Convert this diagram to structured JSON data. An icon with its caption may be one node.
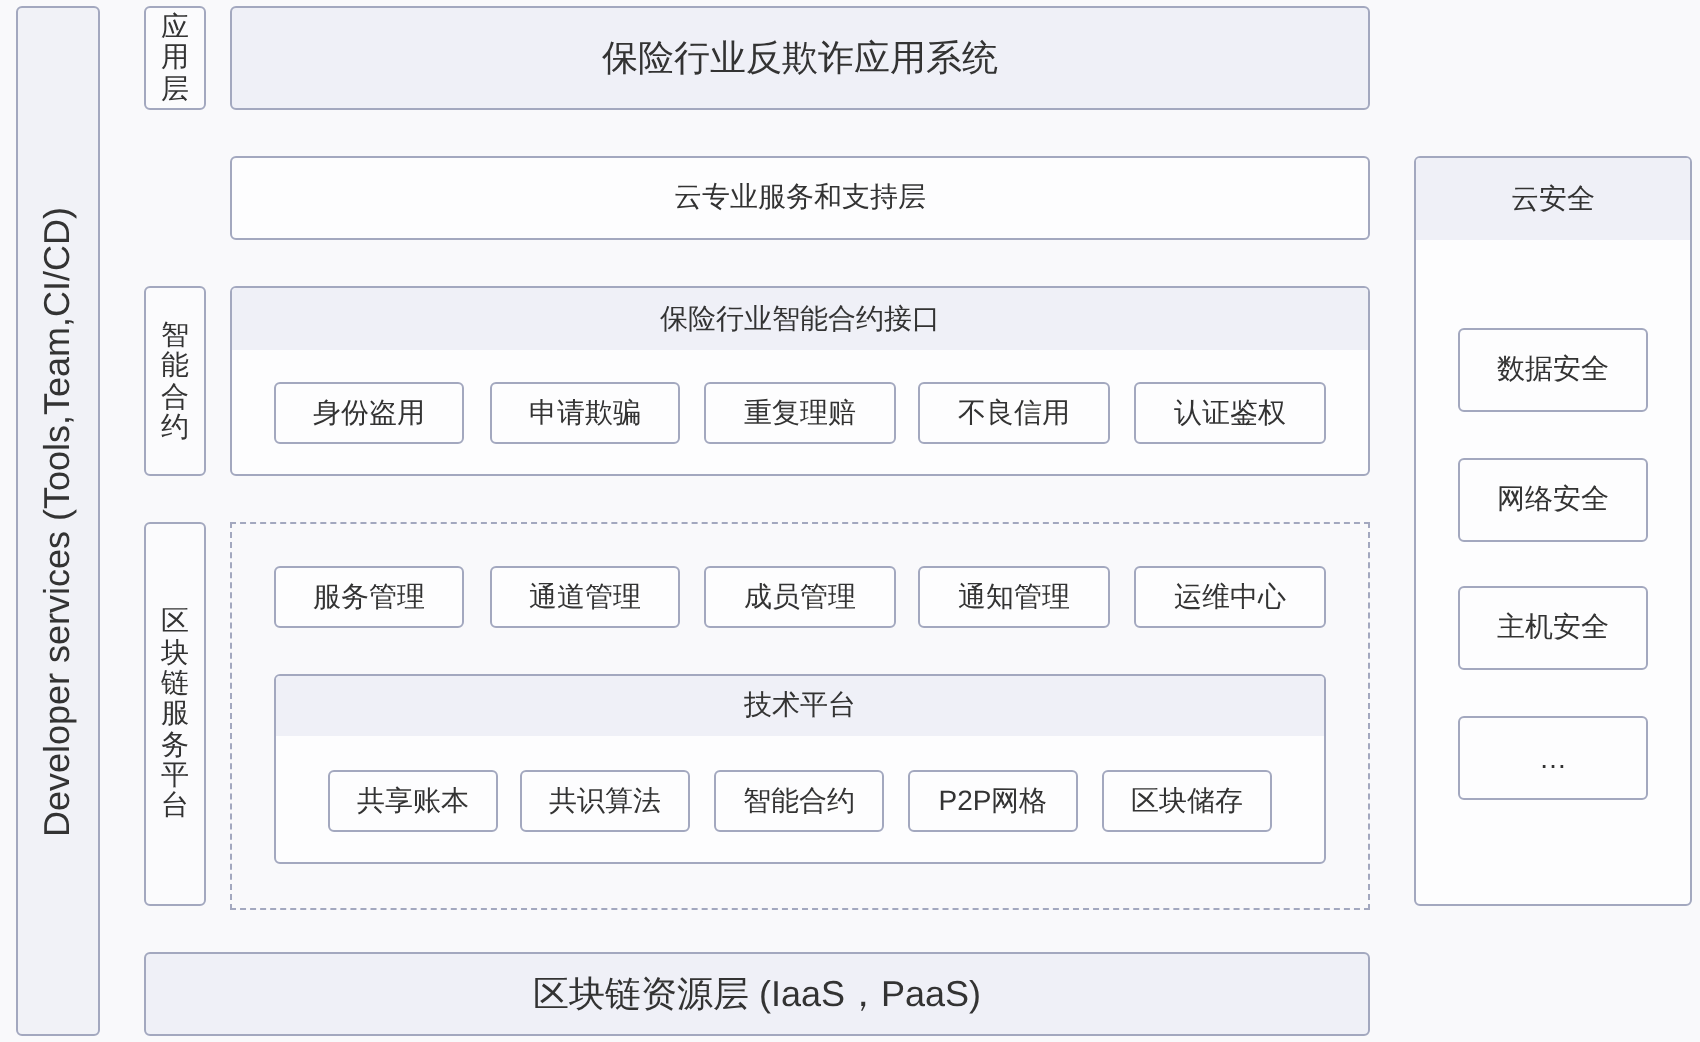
{
  "diagram": {
    "nodes": [
      {
        "text": [
          "Developer services (Tools,Team,CI/CD)"
        ]
      },
      {
        "text": [
          "应用层"
        ]
      },
      {
        "text": [
          "保险行业反欺诈应用系统"
        ]
      },
      {
        "text": [
          "云专业服务和支持层"
        ]
      },
      {
        "text": [
          "智能合约"
        ]
      },
      {
        "text": [
          "保险行业智能合约接口"
        ]
      },
      {
        "text": [
          "身份盗用"
        ],
        "in": 5
      },
      {
        "text": [
          "申请欺骗"
        ],
        "in": 5
      },
      {
        "text": [
          "重复理赔"
        ],
        "in": 5
      },
      {
        "text": [
          "不良信用"
        ],
        "in": 5
      },
      {
        "text": [
          "认证鉴权"
        ],
        "in": 5
      },
      {
        "text": [
          "区块链服务平台"
        ]
      },
      {
        "text": [],
        "shape": "box"
      },
      {
        "text": [
          "服务管理"
        ],
        "in": 12
      },
      {
        "text": [
          "通道管理"
        ],
        "in": 12
      },
      {
        "text": [
          "成员管理"
        ],
        "in": 12
      },
      {
        "text": [
          "通知管理"
        ],
        "in": 12
      },
      {
        "text": [
          "运维中心"
        ],
        "in": 12
      },
      {
        "text": [
          "技术平台"
        ],
        "in": 12
      },
      {
        "text": [
          "共享账本"
        ],
        "in": 18
      },
      {
        "text": [
          "共识算法"
        ],
        "in": 18
      },
      {
        "text": [
          "智能合约"
        ],
        "in": 18
      },
      {
        "text": [
          "P2P网格"
        ],
        "in": 18
      },
      {
        "text": [
          "区块储存"
        ],
        "in": 18
      },
      {
        "text": [
          "区块链资源层 (IaaS，PaaS)"
        ]
      },
      {
        "text": [
          "云安全"
        ]
      },
      {
        "text": [
          "数据安全"
        ],
        "in": 25
      },
      {
        "text": [
          "网络安全"
        ],
        "in": 25
      },
      {
        "text": [
          "主机安全"
        ],
        "in": 25
      },
      {
        "text": [
          "…"
        ],
        "in": 25
      }
    ]
  }
}
